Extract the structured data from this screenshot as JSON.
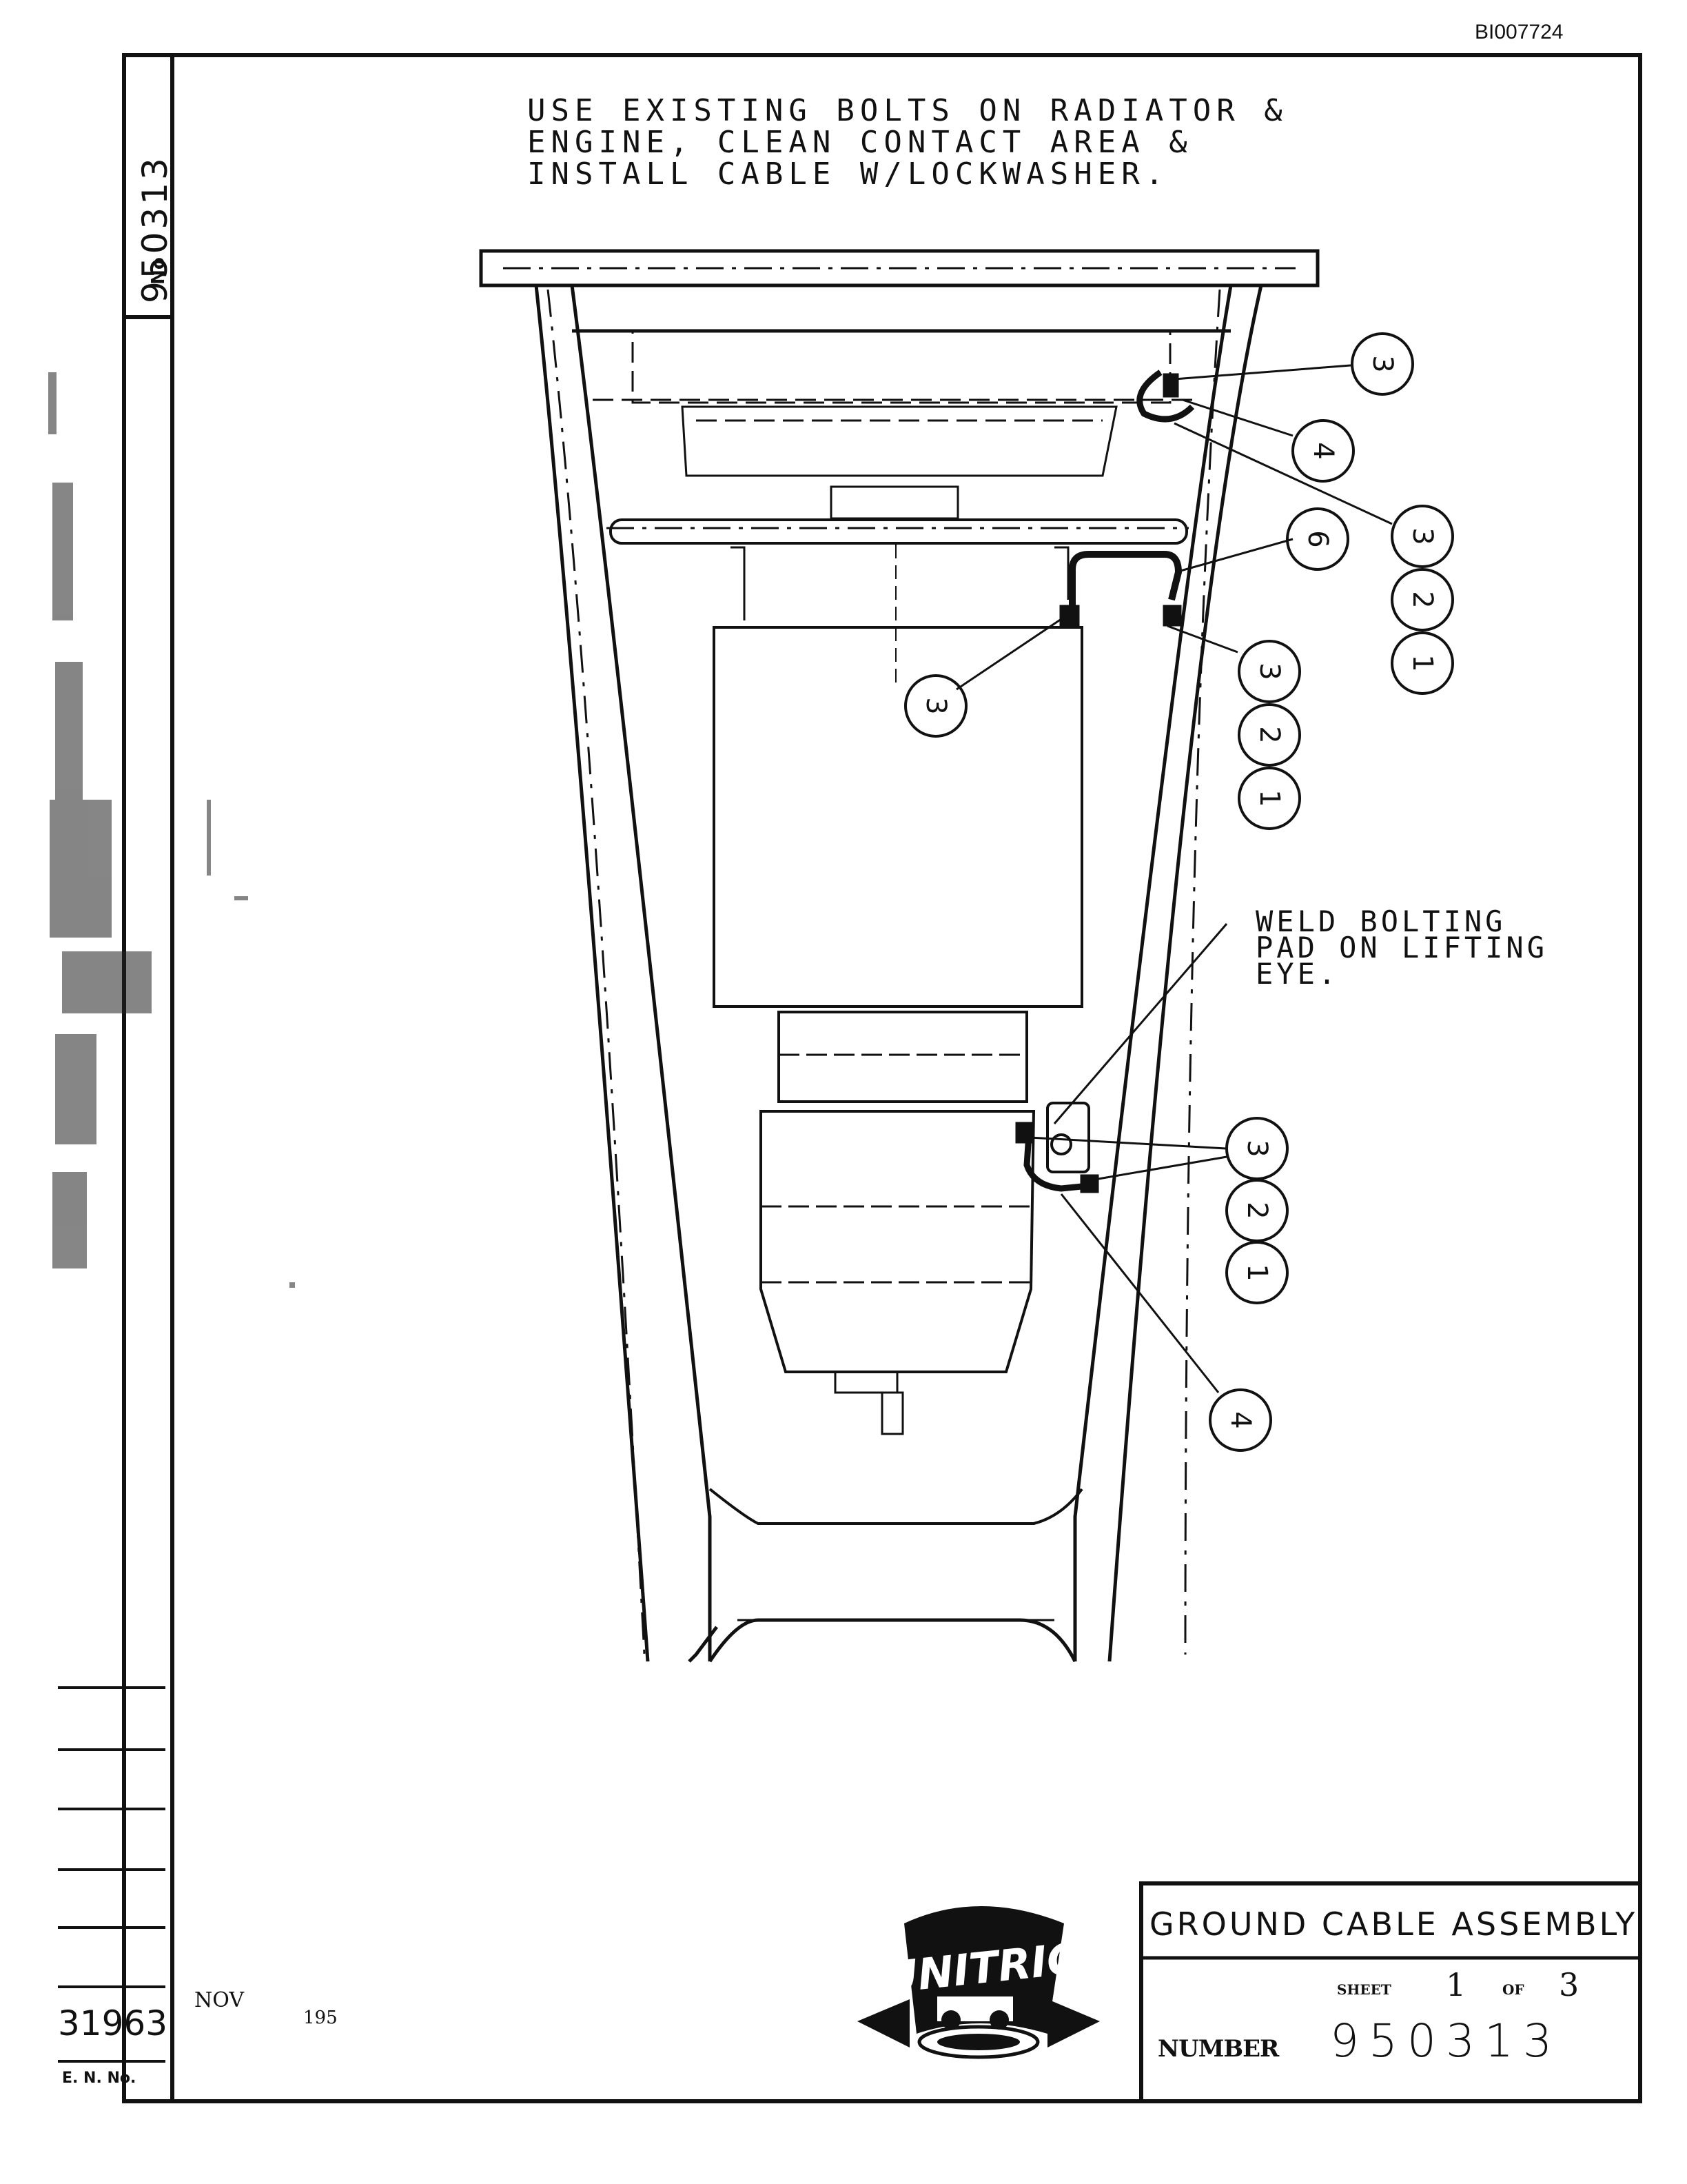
{
  "document_id": "BI007724",
  "drawing_number_vertical": "950313",
  "drawing_number_prefix": "No",
  "general_note": [
    "USE EXISTING BOLTS ON RADIATOR &",
    "ENGINE, CLEAN CONTACT AREA &",
    "INSTALL CABLE W/LOCKWASHER."
  ],
  "weld_note": [
    "WELD BOLTING",
    "PAD ON LIFTING",
    "EYE."
  ],
  "callouts": {
    "c3_top": "3",
    "c4_top": "4",
    "c3_stack1": "3",
    "c2_stack1": "2",
    "c1_stack1": "1",
    "c6": "6",
    "c3_left": "3",
    "c3_stack2": "3",
    "c2_stack2": "2",
    "c1_stack2": "1",
    "c3_stack3": "3",
    "c2_stack3": "2",
    "c1_stack3": "1",
    "c4_bottom": "4"
  },
  "logo_text": "UNITRIG",
  "title_block": {
    "title": "GROUND CABLE ASSEMBLY",
    "sheet_label": "SHEET",
    "sheet_number": "1",
    "of_label": "OF",
    "sheet_total": "3",
    "number_label": "NUMBER",
    "number_value": "950313"
  },
  "revision_block": {
    "en_value": "31963",
    "date": "NOV",
    "year": "195",
    "en_label": "E. N. No."
  }
}
